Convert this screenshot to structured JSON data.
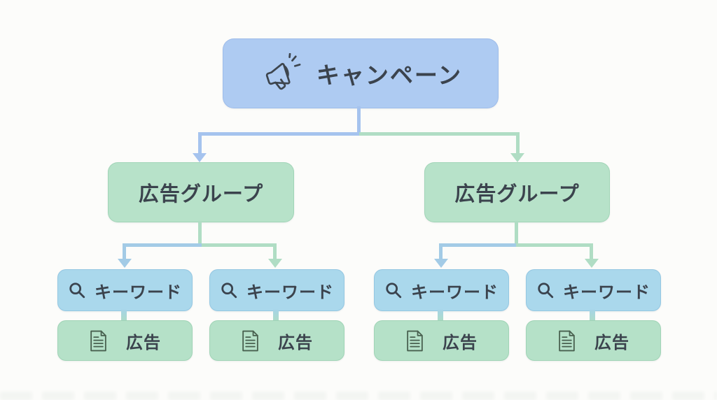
{
  "diagram": {
    "campaign": {
      "label": "キャンペーン",
      "icon": "megaphone-icon"
    },
    "ad_groups": [
      {
        "label": "広告グループ"
      },
      {
        "label": "広告グループ"
      }
    ],
    "keywords": [
      {
        "label": "キーワード",
        "icon": "search-icon"
      },
      {
        "label": "キーワード",
        "icon": "search-icon"
      },
      {
        "label": "キーワード",
        "icon": "search-icon"
      },
      {
        "label": "キーワード",
        "icon": "search-icon"
      }
    ],
    "ads": [
      {
        "label": "広告",
        "icon": "document-icon"
      },
      {
        "label": "広告",
        "icon": "document-icon"
      },
      {
        "label": "広告",
        "icon": "document-icon"
      },
      {
        "label": "広告",
        "icon": "document-icon"
      }
    ],
    "colors": {
      "bg": "#fcfcfa",
      "campaign_fill": "#aecbf2",
      "ad_group_fill": "#b7e2c9",
      "keyword_fill": "#aad8ec",
      "ad_fill": "#b5e1c8",
      "connector_blue": "#a5c3ee",
      "connector_teal": "#a3cbe6",
      "connector_green": "#b0ddc4",
      "text": "#3b434d"
    }
  }
}
